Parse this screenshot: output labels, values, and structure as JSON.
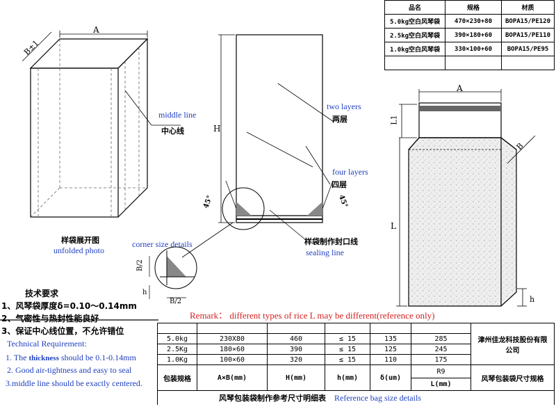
{
  "spec_table": {
    "headers": [
      "品名",
      "规格",
      "材质"
    ],
    "rows": [
      [
        "5.0kg空白风琴袋",
        "470×230+80",
        "BOPA15/PE120"
      ],
      [
        "2.5kg空白风琴袋",
        "390×180+60",
        "BOPA15/PE110"
      ],
      [
        "1.0kg空白风琴袋",
        "330×100+60",
        "BOPA15/PE95"
      ],
      [
        "",
        "",
        ""
      ]
    ]
  },
  "left_figure": {
    "dim_a": "A",
    "dim_b": "B±1",
    "middle_line_en": "middle line",
    "middle_line_cn": "中心线",
    "caption_cn": "样袋展开图",
    "caption_en": "unfolded photo"
  },
  "center_figure": {
    "dim_h": "H",
    "two_layers_en": "two layers",
    "two_layers_cn": "两层",
    "four_layers_en": "four layers",
    "four_layers_cn": "四层",
    "angle_left": "45°",
    "angle_right": "45°",
    "sealing_cn": "样袋制作封口线",
    "sealing_en": "sealing line",
    "corner_details_en": "corner size details",
    "corner_b2_left": "B/2",
    "corner_b2_bottom": "B/2",
    "corner_h": "h"
  },
  "right_figure": {
    "dim_a": "A",
    "dim_l1": "L1",
    "dim_b": "B",
    "dim_l": "L",
    "dim_h": "h"
  },
  "tech": {
    "title_cn": "技术要求",
    "items_cn": [
      "1、风琴袋厚度δ=0.10～0.14mm",
      "2、气密性与热封性能良好",
      "3、保证中心线位置，不允许错位"
    ],
    "title_en": "Technical Requirement:",
    "item1_pre": "1. The ",
    "item1_bold": "thickness",
    "item1_post": " should be 0.1-0.14mm",
    "item2": "2.  Good air-tightness and easy to seal",
    "item3": "3.middle line should be exactly centered."
  },
  "remark": "Remark： different types of rice L may be different(reference only)",
  "size_table": {
    "rows": [
      [
        "5.0kg",
        "230X80",
        "460",
        "≤  15",
        "135",
        "285"
      ],
      [
        "2.5Kg",
        "180×60",
        "390",
        "≤  15",
        "125",
        "245"
      ],
      [
        "1.0Kg",
        "100×60",
        "320",
        "≤  15",
        "110",
        "175"
      ]
    ],
    "header_row": [
      "包装规格",
      "A×B(mm)",
      "H(mm)",
      "h(mm)",
      "δ(um)"
    ],
    "header_last_top": "R9",
    "header_last_bottom": "L(mm)",
    "company": "津州佳龙科技股份有限公司",
    "product": "风琴包装袋尺寸规格",
    "footer_cn": "风琴包装袋制作参考尺寸明细表",
    "footer_en": "Reference bag size details"
  }
}
